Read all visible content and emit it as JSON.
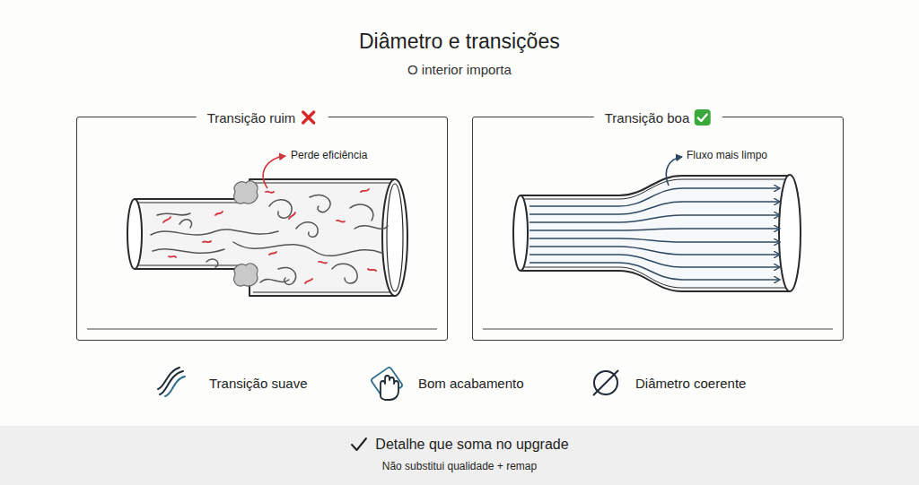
{
  "diagram": {
    "title": "Diâmetro e transições",
    "nodes": [
      {
        "text": [
          "Transição ruim"
        ]
      },
      {
        "text": [
          "Transição boa"
        ]
      },
      {
        "text": [
          "Detalhe que soma no upgrade",
          "Não substitui qualidade + remap"
        ]
      }
    ],
    "labels": [
      "O interior importa",
      "Perde eficiência",
      "Fluxo mais limpo"
    ],
    "legend": [
      {
        "text": "Transição suave"
      },
      {
        "text": "Bom acabamento"
      },
      {
        "text": "Diâmetro coerente"
      }
    ]
  }
}
